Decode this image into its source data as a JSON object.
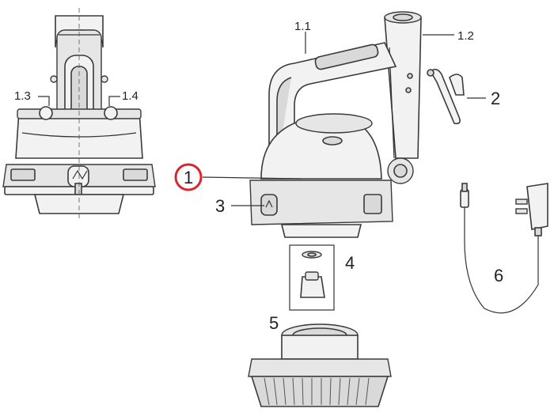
{
  "colors": {
    "highlight_circle": "#d9262c",
    "line": "#333333",
    "part_fill": "#f2f2f2"
  },
  "callouts": {
    "c1_1": "1.1",
    "c1_2": "1.2",
    "c1_3": "1.3",
    "c1_4": "1.4",
    "c1": "1",
    "c2": "2",
    "c3": "3",
    "c4": "4",
    "c5": "5",
    "c6": "6"
  }
}
